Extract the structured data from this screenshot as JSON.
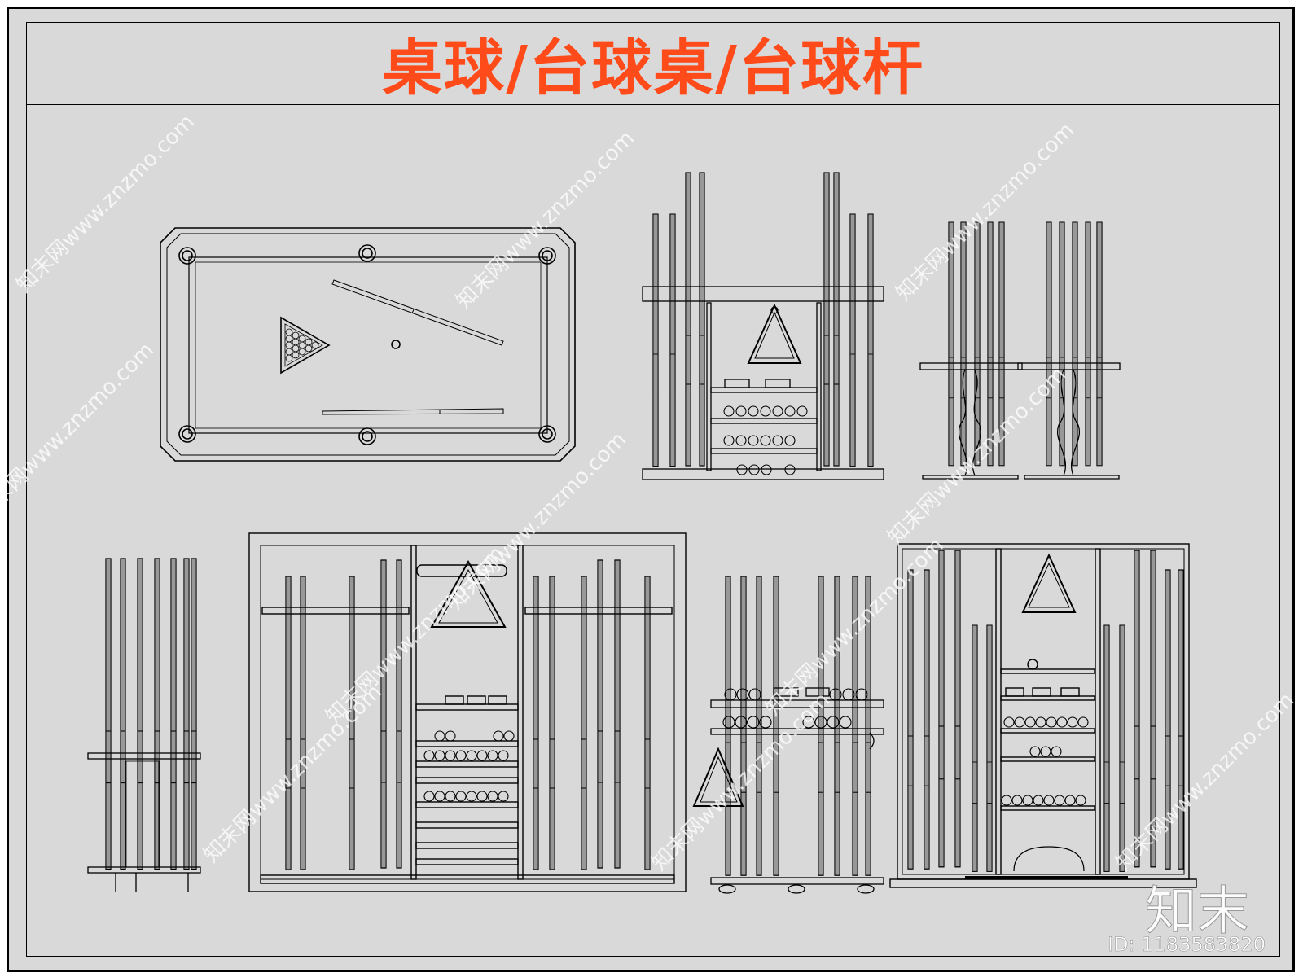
{
  "title": "桌球/台球桌/台球杆",
  "watermark": "知末网www.znzmo.com",
  "logo_text": "知末",
  "image_id": "ID: 1183583820",
  "colors": {
    "title": "#ff4a1a",
    "background": "#d9d9d9",
    "line": "#000000"
  }
}
